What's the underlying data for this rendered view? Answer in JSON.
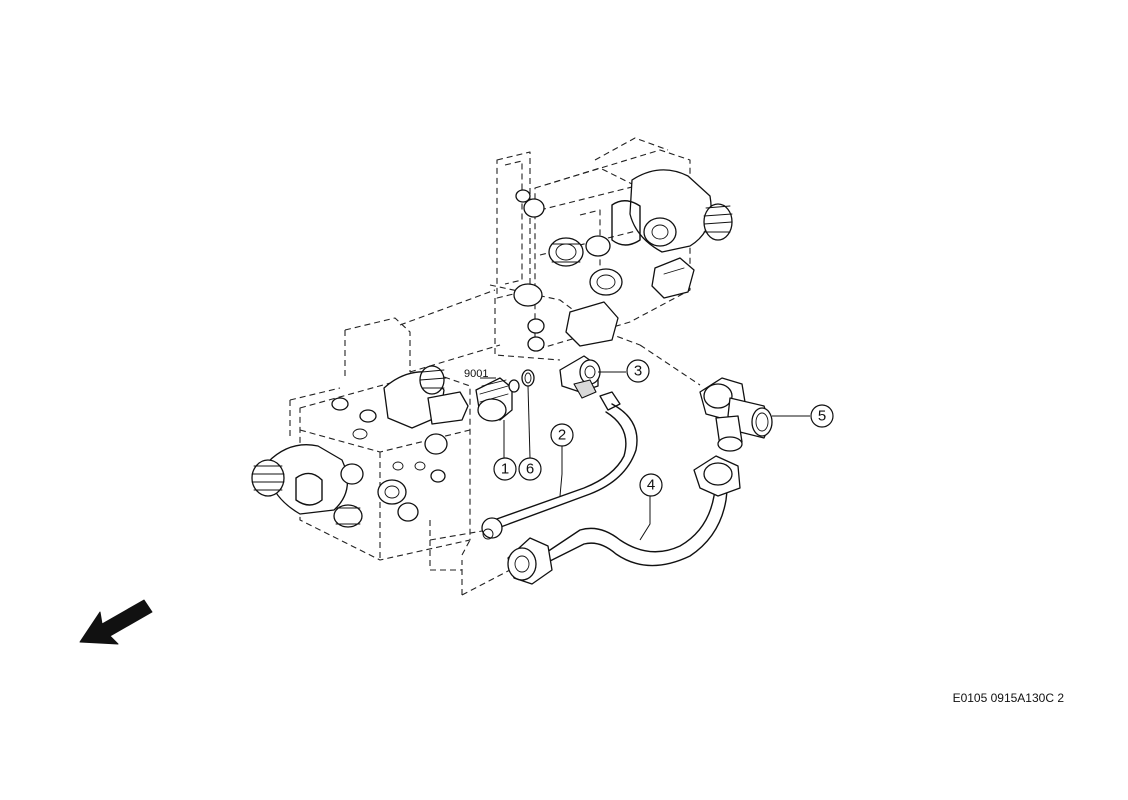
{
  "figure_code": "E0105 0915A130C 2",
  "part_label": "9001",
  "callouts": {
    "c1": "1",
    "c2": "2",
    "c3": "3",
    "c4": "4",
    "c5": "5",
    "c6": "6"
  },
  "colors": {
    "line": "#111111",
    "background": "#ffffff"
  },
  "icons": {
    "direction_arrow": "front-direction-arrow-icon"
  }
}
